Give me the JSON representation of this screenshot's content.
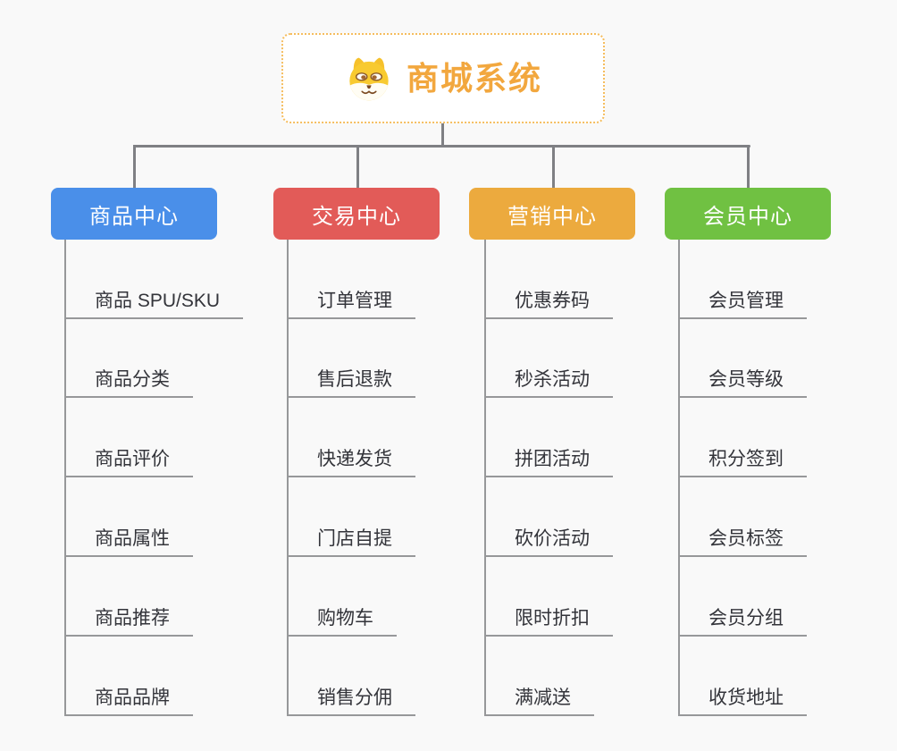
{
  "root": {
    "title": "商城系统",
    "icon": "shiba-dog-icon",
    "border_color": "#f5bd5e",
    "title_color": "#f2a73e"
  },
  "connector_color": "#7f8084",
  "line_color": "#97989a",
  "background_color": "#f9f9f9",
  "branches": [
    {
      "label": "商品中心",
      "color": "#4a8fe9",
      "items": [
        "商品 SPU/SKU",
        "商品分类",
        "商品评价",
        "商品属性",
        "商品推荐",
        "商品品牌"
      ]
    },
    {
      "label": "交易中心",
      "color": "#e25b58",
      "items": [
        "订单管理",
        "售后退款",
        "快递发货",
        "门店自提",
        "购物车",
        "销售分佣"
      ]
    },
    {
      "label": "营销中心",
      "color": "#ecaa3e",
      "items": [
        "优惠券码",
        "秒杀活动",
        "拼团活动",
        "砍价活动",
        "限时折扣",
        "满减送"
      ]
    },
    {
      "label": "会员中心",
      "color": "#70c142",
      "items": [
        "会员管理",
        "会员等级",
        "积分签到",
        "会员标签",
        "会员分组",
        "收货地址"
      ]
    }
  ]
}
